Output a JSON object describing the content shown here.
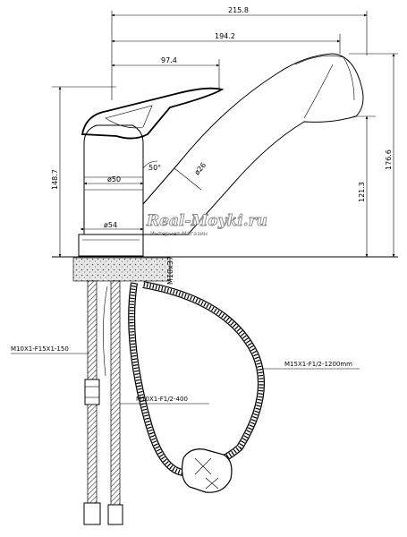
{
  "dimensions": {
    "overall_length": "215.8",
    "spout_length": "194.2",
    "lever_length": "97.4",
    "total_height": "148.7",
    "spray_head_height": "176.6",
    "spout_height": "121.3",
    "body_diameter": "ø50",
    "base_diameter": "ø54",
    "spout_diameter": "ø26",
    "spout_angle": "50°",
    "mount_stud": "M10x37"
  },
  "hose_notes": {
    "short_hose": "M10X1-F15X1-150",
    "long_hose": "M10X1-F1/2-400",
    "spray_hose": "M15X1-F1/2-1200mm"
  },
  "watermark": {
    "brand": "Real-Moyki.ru",
    "tagline": "Интернет Магазин"
  }
}
